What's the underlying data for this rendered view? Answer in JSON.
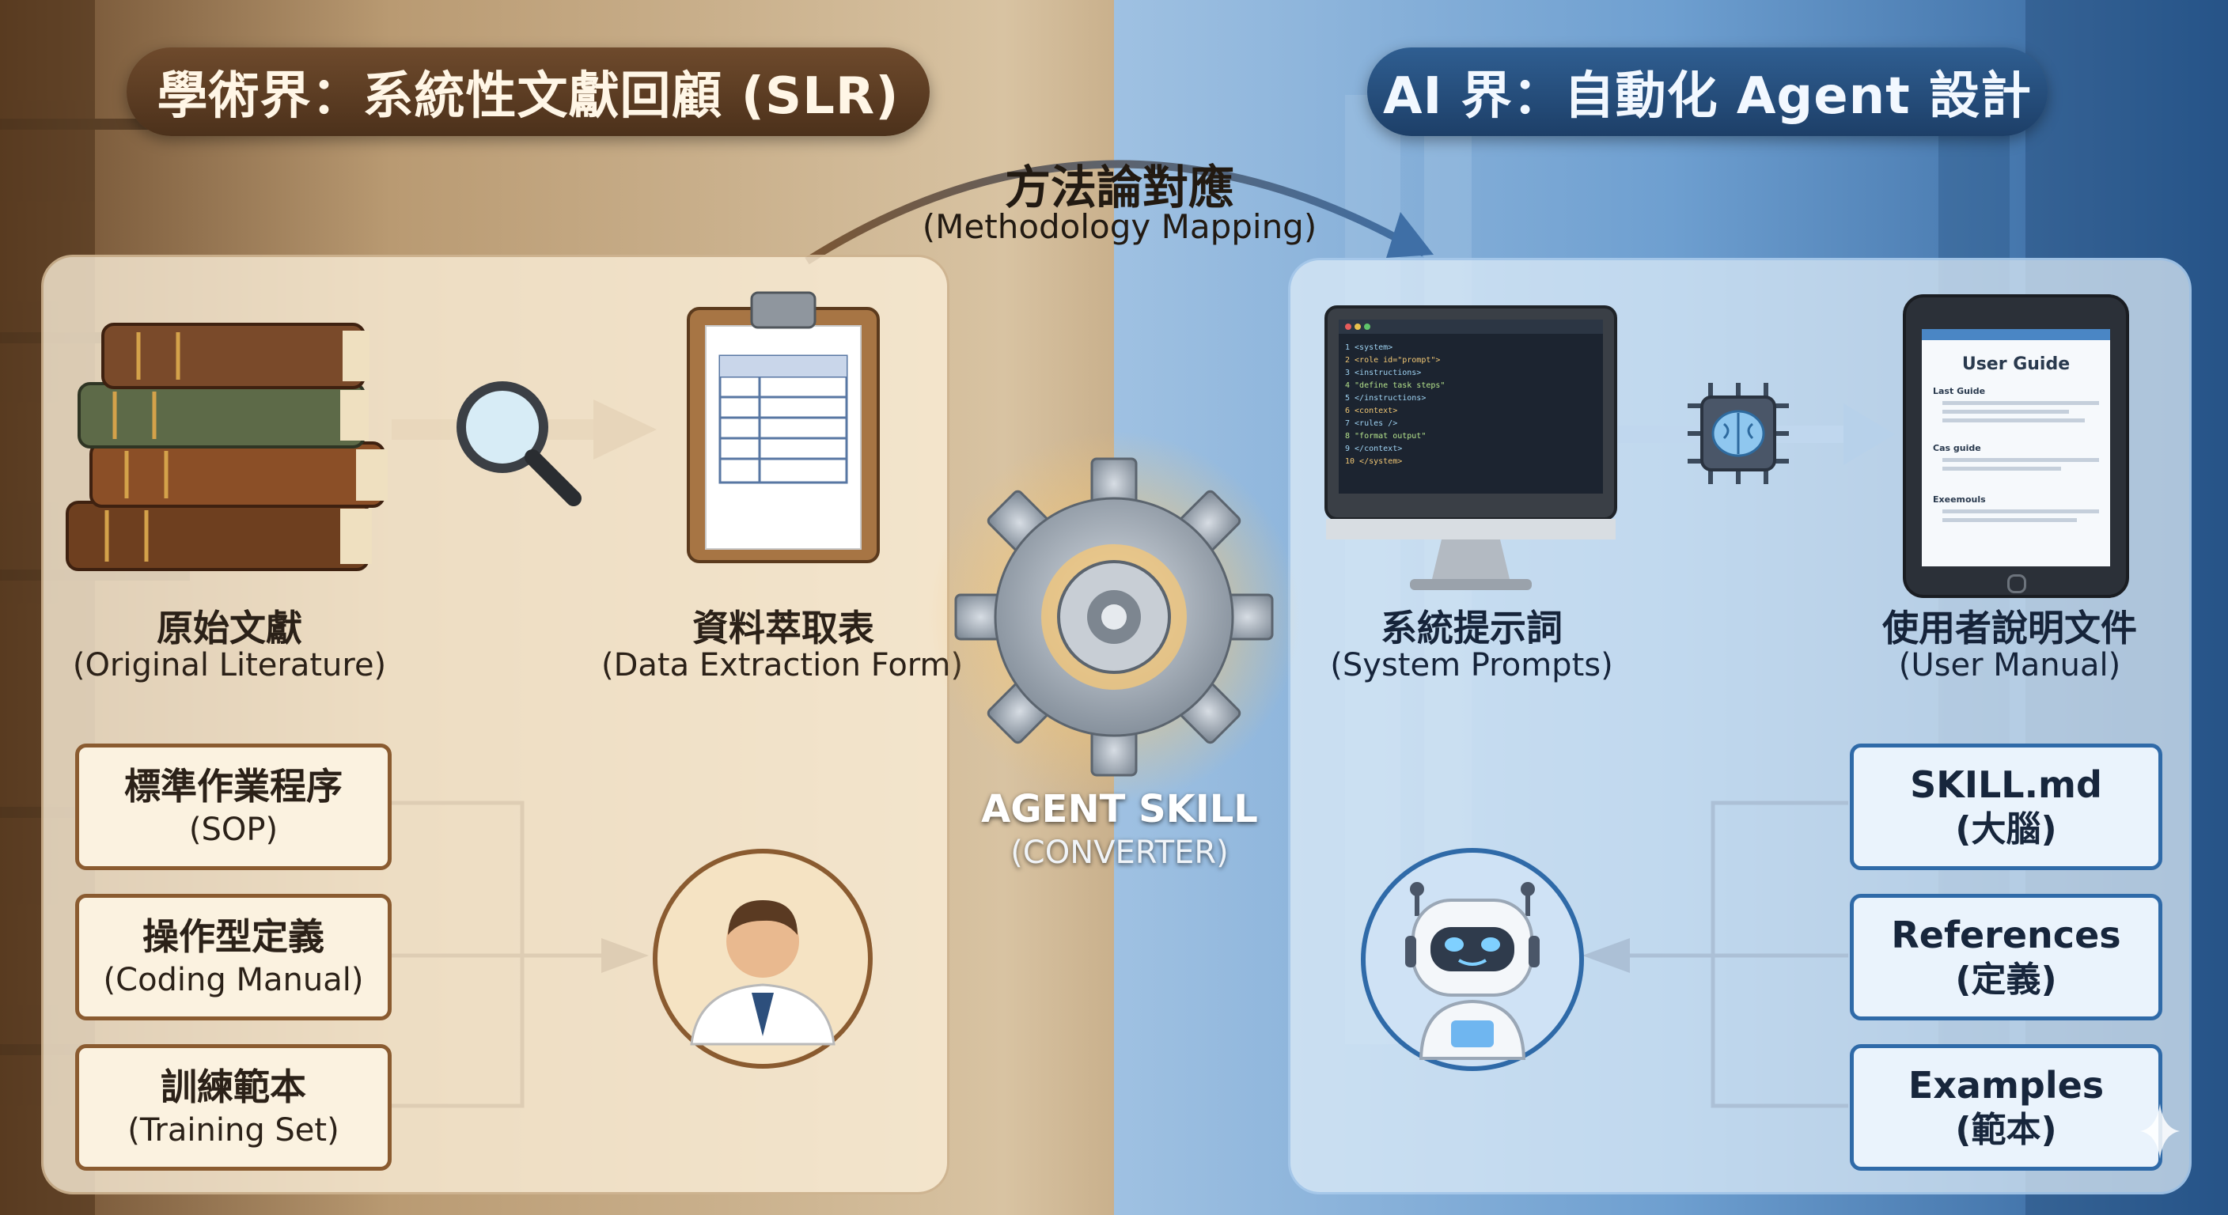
{
  "academic": {
    "title": "學術界：系統性文獻回顧 (SLR)",
    "original": {
      "zh": "原始文獻",
      "en": "(Original Literature)"
    },
    "extraction": {
      "zh": "資料萃取表",
      "en": "(Data Extraction Form)"
    },
    "boxes": [
      {
        "zh": "標準作業程序",
        "en": "(SOP)"
      },
      {
        "zh": "操作型定義",
        "en": "(Coding Manual)"
      },
      {
        "zh": "訓練範本",
        "en": "(Training Set)"
      }
    ]
  },
  "mapping": {
    "zh": "方法論對應",
    "en": "(Methodology Mapping)"
  },
  "converter": {
    "name": "AGENT SKILL",
    "sub": "(CONVERTER)"
  },
  "ai": {
    "title": "AI 界：自動化 Agent 設計",
    "prompts": {
      "zh": "系統提示詞",
      "en": "(System Prompts)"
    },
    "manual": {
      "zh": "使用者說明文件",
      "en": "(User Manual)"
    },
    "tablet": {
      "title": "User Guide",
      "sections": [
        "Last Guide",
        "Cas guide",
        "Exeemouls"
      ]
    },
    "boxes": [
      {
        "a": "SKILL.md",
        "b": "(大腦)"
      },
      {
        "a": "References",
        "b": "(定義)"
      },
      {
        "a": "Examples",
        "b": "(範本)"
      }
    ]
  },
  "colors": {
    "academic_accent": "#8a5b30",
    "academic_title_bg": "#5a3a20",
    "ai_accent": "#2f6aa8",
    "ai_title_bg": "#25487a",
    "converter_glow": "#f5b44a"
  }
}
